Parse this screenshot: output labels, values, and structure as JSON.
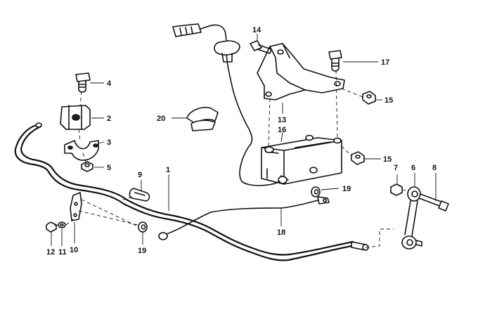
{
  "callouts": {
    "c1": "1",
    "c2": "2",
    "c3": "3",
    "c4": "4",
    "c5": "5",
    "c6": "6",
    "c7": "7",
    "c8": "8",
    "c9": "9",
    "c10": "10",
    "c11": "11",
    "c12": "12",
    "c13": "13",
    "c14": "14",
    "c15a": "15",
    "c15b": "15",
    "c16": "16",
    "c17": "17",
    "c18": "18",
    "c19a": "19",
    "c19b": "19",
    "c20": "20"
  }
}
